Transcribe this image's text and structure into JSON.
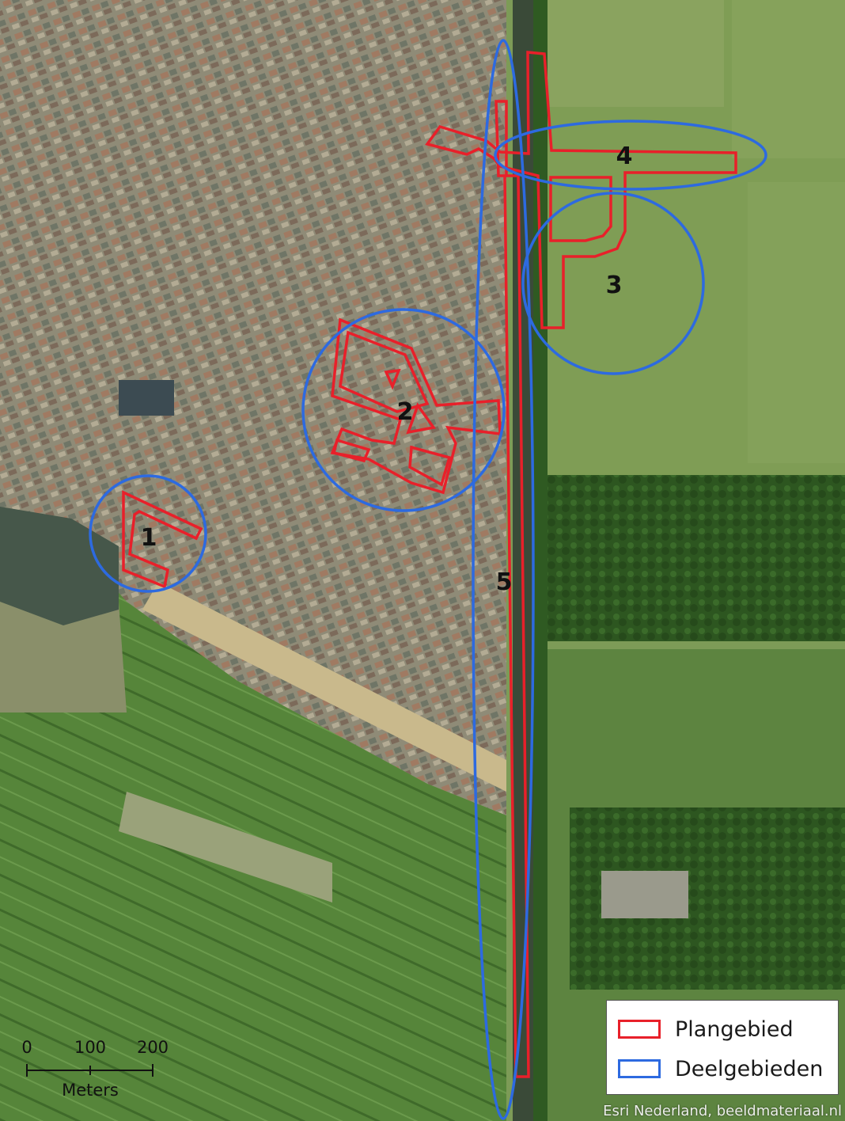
{
  "legend": {
    "plangebied": {
      "label": "Plangebied",
      "color": "#e8202a"
    },
    "deelgebieden": {
      "label": "Deelgebieden",
      "color": "#2d6ae0"
    }
  },
  "zones": [
    {
      "id": "1",
      "label": "1"
    },
    {
      "id": "2",
      "label": "2"
    },
    {
      "id": "3",
      "label": "3"
    },
    {
      "id": "4",
      "label": "4"
    },
    {
      "id": "5",
      "label": "5"
    }
  ],
  "scale_bar": {
    "ticks": [
      "0",
      "100",
      "200"
    ],
    "unit": "Meters"
  },
  "attribution": "Esri Nederland, beeldmateriaal.nl",
  "colors": {
    "urban": "#8e8a76",
    "meadow_dark": "#4f7a34",
    "meadow_light": "#7d9b57",
    "path_sand": "#c9b98c",
    "woods": "#2f5a22",
    "canal": "#3b4a3a",
    "water": "#4a5f4e"
  }
}
